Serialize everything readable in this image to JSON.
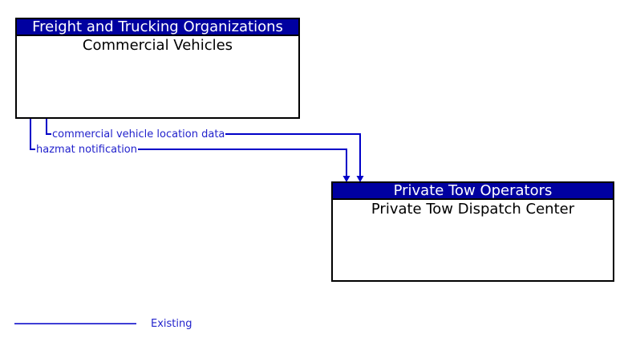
{
  "diagram": {
    "boxes": [
      {
        "header": "Freight and Trucking Organizations",
        "body": "Commercial Vehicles"
      },
      {
        "header": "Private Tow Operators",
        "body": "Private Tow Dispatch Center"
      }
    ],
    "flows": [
      {
        "label": "commercial vehicle location data",
        "from": "Commercial Vehicles",
        "to": "Private Tow Dispatch Center",
        "status": "existing"
      },
      {
        "label": "hazmat notification",
        "from": "Commercial Vehicles",
        "to": "Private Tow Dispatch Center",
        "status": "existing"
      }
    ],
    "legend": {
      "label": "Existing"
    },
    "colors": {
      "header_bg": "#0000a0",
      "header_text": "#ffffff",
      "box_border": "#000000",
      "flow_line": "#0000c8",
      "flow_label_text": "#2222cc",
      "body_text": "#000000"
    }
  }
}
